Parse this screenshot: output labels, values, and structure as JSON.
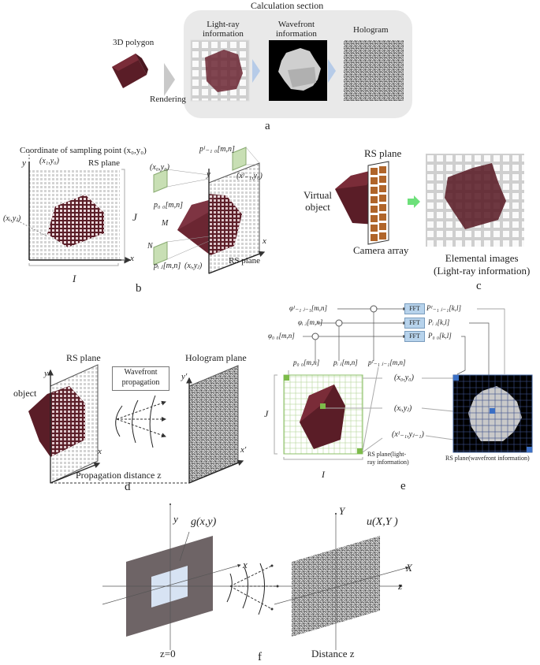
{
  "panels": {
    "a": {
      "letter": "a",
      "title": "Calculation section",
      "input_label": "3D polygon",
      "arrow_label": "Rendering",
      "steps": [
        {
          "label_line1": "Light-ray",
          "label_line2": "information"
        },
        {
          "label_line1": "Wavefront",
          "label_line2": "information"
        },
        {
          "label_line1": "Hologram",
          "label_line2": ""
        }
      ]
    },
    "b": {
      "letter": "b",
      "title": "Coordinate of sampling point (x₀,y₀)",
      "x1y0": "(x₁,y₀)",
      "rs_plane": "RS plane",
      "xiyj": "(xᵢ,yⱼ)",
      "J": "J",
      "I": "I",
      "y_axis": "y",
      "x_axis": "x",
      "right": {
        "p_I1_0": "pᴵ₋₁ ₀[m,n]",
        "x0y0": "(x₀,y₀)",
        "xI1y0": "(xᴵ₋₁,y₀)",
        "p00": "p₀ ₀[m,n]",
        "M": "M",
        "N": "N",
        "pij": "pᵢ ⱼ[m,n]",
        "xiyj": "(xᵢ,yⱼ)",
        "rs_plane": "RS plane",
        "y_axis": "y",
        "x_axis": "x"
      }
    },
    "c": {
      "letter": "c",
      "rs_plane": "RS plane",
      "virtual_object_1": "Virtual",
      "virtual_object_2": "object",
      "camera_array": "Camera array",
      "elemental_1": "Elemental images",
      "elemental_2": "(Light-ray information)"
    },
    "d": {
      "letter": "d",
      "rs_plane": "RS plane",
      "hologram_plane": "Hologram plane",
      "object": "object",
      "wavefront_1": "Wavefront",
      "wavefront_2": "propagation",
      "distance": "Propagation distance z",
      "y_axis": "y",
      "x_axis": "x",
      "y_prime": "y′",
      "x_prime": "x′"
    },
    "e": {
      "letter": "e",
      "phi_rows": [
        "φᴵ₋₁ ⱼ₋₁[m,n]",
        "φᵢ ⱼ[m,n]",
        "φ₀ ₀[m,n]"
      ],
      "fft_label": "FFT",
      "P_rows": [
        "Pᴵ₋₁ ⱼ₋₁[k,l]",
        "Pᵢ ⱼ[k,l]",
        "P₀ ₀[k,l]"
      ],
      "p_labels": [
        "p₀ ₀[m,n]",
        "pᵢ ⱼ[m,n]",
        "pᴵ₋₁ ⱼ₋₁[m,n]"
      ],
      "coords": [
        "(x₀,y₀)",
        "(xᵢ,yⱼ)",
        "(xᴵ₋₁,yⱼ₋₁)"
      ],
      "J": "J",
      "I": "I",
      "rs_light_1": "RS plane(light-",
      "rs_light_2": "ray information)",
      "rs_wave": "RS plane(wavefront information)"
    },
    "f": {
      "letter": "f",
      "g": "g(x,y)",
      "u": "u(X,Y )",
      "y": "y",
      "x": "x",
      "Y": "Y",
      "X": "X",
      "z": "z",
      "z0": "z=0",
      "distance": "Distance z"
    }
  },
  "colors": {
    "cube_face": "#6b2632",
    "cube_dark": "#4a1820",
    "calc_bg": "#e9e9e9",
    "fft_fill": "#b7d3ec",
    "green_cell": "#7dbb4a",
    "blue_cell": "#3b6fc4",
    "plate_gray": "#6e6466",
    "aperture": "#d7e3f3"
  }
}
